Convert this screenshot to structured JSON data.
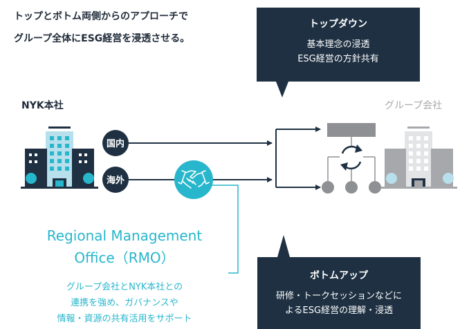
{
  "headline": [
    "トップとボトム両側からのアプローチで",
    "グループ全体にESG経営を浸透させる。"
  ],
  "top_down": {
    "title": "トップダウン",
    "lines": [
      "基本理念の浸透",
      "ESG経営の方針共有"
    ]
  },
  "bottom_up": {
    "title": "ボトムアップ",
    "lines": [
      "研修・トークセッションなどに",
      "よるESG経営の理解・浸透"
    ]
  },
  "hq_label": "NYK本社",
  "group_label": "グループ会社",
  "domestic_label": "国内",
  "overseas_label": "海外",
  "rmo": {
    "title": [
      "Regional Management",
      "Office（RMO）"
    ],
    "description": [
      "グループ会社とNYK本社との",
      "連携を強め、ガバナンスや",
      "情報・資源の共有活用をサポート"
    ]
  },
  "colors": {
    "navy": "#1e3042",
    "teal": "#27b6cc",
    "gray": "#a6a8ab"
  },
  "icons": [
    "hq-building-icon",
    "group-building-icon",
    "handshake-icon",
    "org-cycle-icon"
  ]
}
